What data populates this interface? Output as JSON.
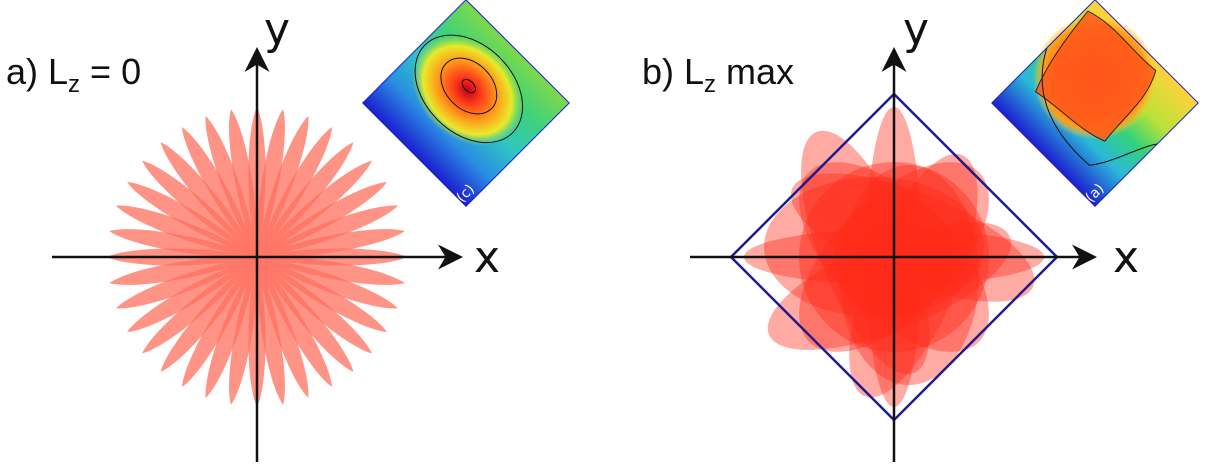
{
  "panels": [
    {
      "id": "a",
      "label_prefix": "a) L",
      "label_sub": "z",
      "label_suffix": " = 0",
      "x_axis": "x",
      "y_axis": "y",
      "inset_tag": "(c)"
    },
    {
      "id": "b",
      "label_prefix": "b) L",
      "label_sub": "z",
      "label_suffix": " max",
      "x_axis": "x",
      "y_axis": "y",
      "inset_tag": "(a)"
    }
  ],
  "colors": {
    "petal": "#ff6f5e",
    "blob": "#ff2a1a",
    "diamond": "#1f1a8f",
    "axis": "#111111"
  }
}
